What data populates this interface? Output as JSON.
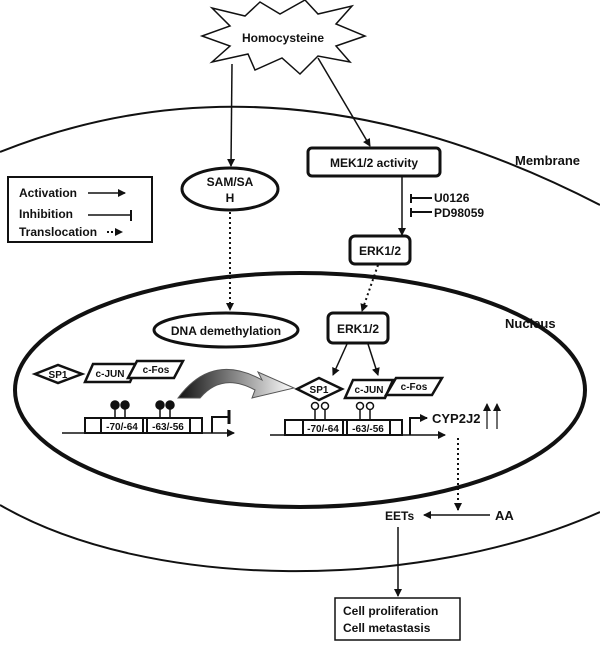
{
  "nodes": {
    "homocysteine": "Homocysteine",
    "sam_sah_line1": "SAM/SA",
    "sam_sah_line2": "H",
    "mek": "MEK1/2 activity",
    "erk_cytoplasm": "ERK1/2",
    "erk_nucleus": "ERK1/2",
    "dna_demethylation": "DNA demethylation",
    "inhibitor_1": "U0126",
    "inhibitor_2": "PD98059",
    "eets": "EETs",
    "aa": "AA",
    "outcome_1": "Cell proliferation",
    "outcome_2": "Cell metastasis"
  },
  "regions": {
    "membrane": "Membrane",
    "nucleus": "Nucleus"
  },
  "legend": {
    "activation": "Activation",
    "inhibition": "Inhibition",
    "translocation": "Translocation"
  },
  "gene_left": {
    "sp1": "SP1",
    "cjun": "c-JUN",
    "cfos": "c-Fos",
    "site_1": "-70/-64",
    "site_2": "-63/-56"
  },
  "gene_right": {
    "sp1": "SP1",
    "cjun": "c-JUN",
    "cfos": "c-Fos",
    "site_1": "-70/-64",
    "site_2": "-63/-56",
    "gene": "CYP2J2"
  }
}
